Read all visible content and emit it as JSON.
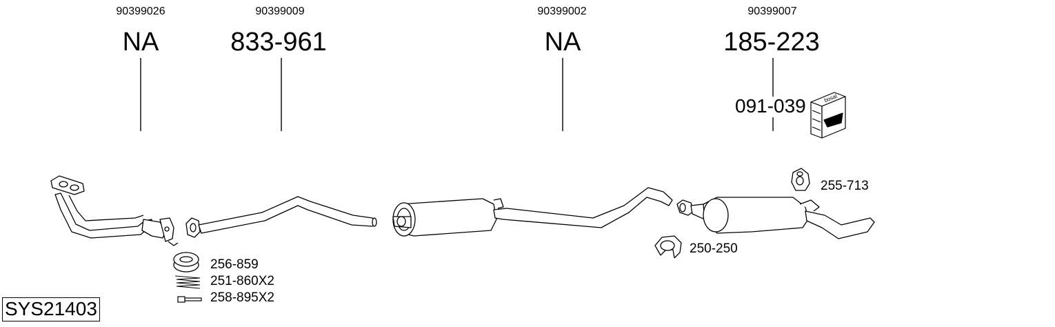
{
  "oe_numbers": [
    "90399026",
    "90399009",
    "90399002",
    "90399007"
  ],
  "part_refs": [
    "NA",
    "833-961",
    "NA",
    "185-223"
  ],
  "kit_ref": "091-039",
  "kit_box_brand": "bosal",
  "fittings": {
    "gasket": "256-859",
    "spring": "251-860X2",
    "bolt": "258-895X2",
    "rubber_hanger": "255-713",
    "clamp": "250-250"
  },
  "system_id": "SYS21403"
}
